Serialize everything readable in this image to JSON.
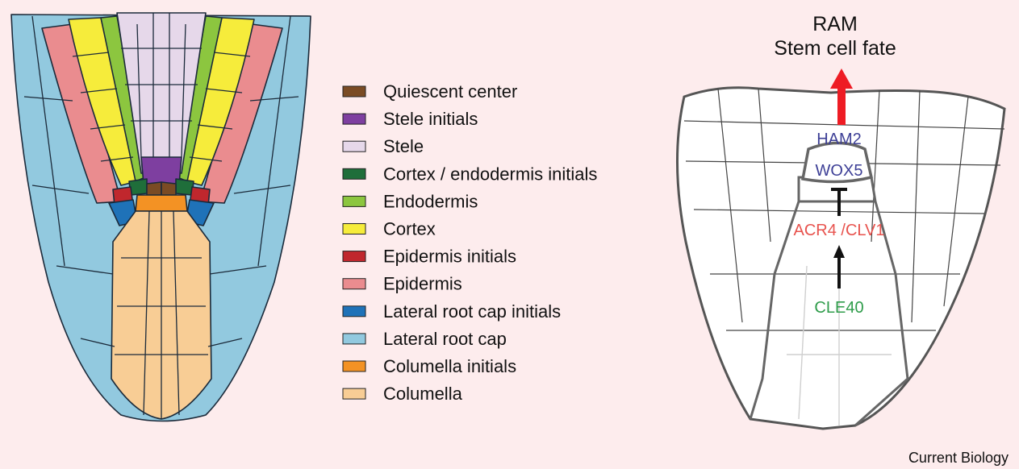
{
  "legend": {
    "items": [
      {
        "label": "Quiescent center",
        "color": "#7a4b24"
      },
      {
        "label": "Stele initials",
        "color": "#7e3fa0"
      },
      {
        "label": "Stele",
        "color": "#e6d8ea"
      },
      {
        "label": "Cortex / endodermis initials",
        "color": "#1f6e3a"
      },
      {
        "label": "Endodermis",
        "color": "#8cc63f"
      },
      {
        "label": "Cortex",
        "color": "#f6ec3b"
      },
      {
        "label": "Epidermis initials",
        "color": "#c0272d"
      },
      {
        "label": "Epidermis",
        "color": "#ea8c8f"
      },
      {
        "label": "Lateral root cap initials",
        "color": "#1f72b8"
      },
      {
        "label": "Lateral root cap",
        "color": "#92c9df"
      },
      {
        "label": "Columella initials",
        "color": "#f39224"
      },
      {
        "label": "Columella",
        "color": "#f8cd95"
      }
    ]
  },
  "ram": {
    "title_line1": "RAM",
    "title_line2": "Stem cell fate",
    "ham2": "HAM2",
    "wox5": "WOX5",
    "acr4": "ACR4 /CLV1",
    "cle40": "CLE40",
    "colors": {
      "ham2": "#3d3f96",
      "wox5": "#3d3f96",
      "acr4": "#e8534e",
      "cle40": "#2e9c4a",
      "arrow_up": "#ee1c24"
    }
  },
  "credit": "Current Biology"
}
